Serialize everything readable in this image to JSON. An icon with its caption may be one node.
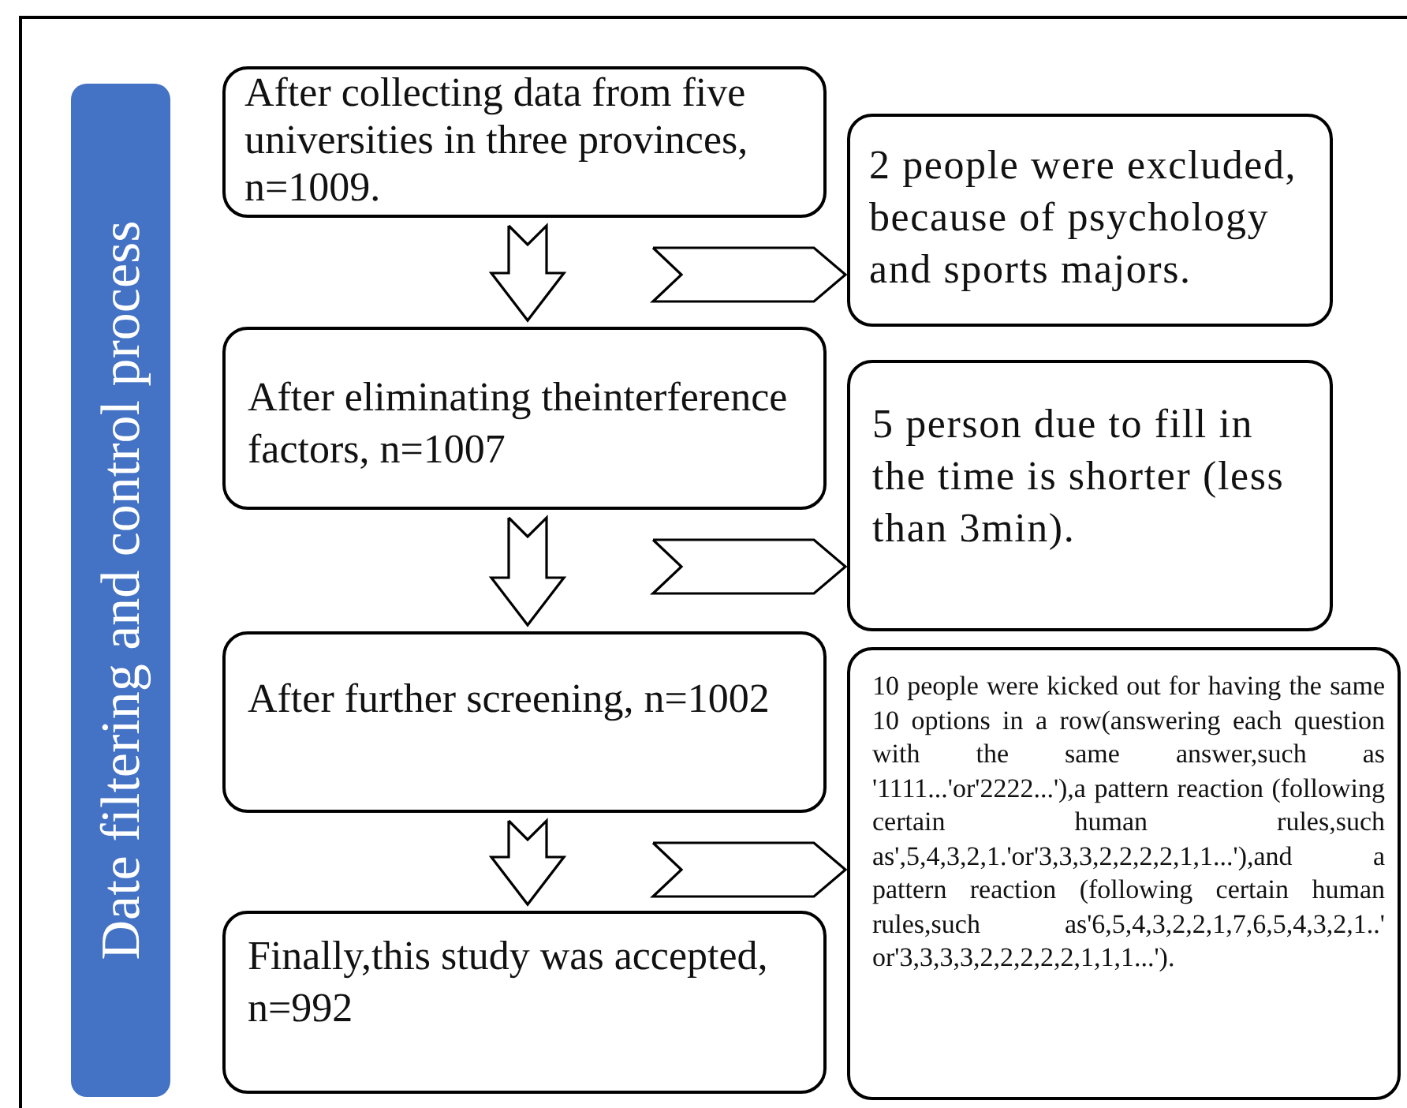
{
  "diagram": {
    "nodes": [
      {
        "text": [
          "Date filtering and control process"
        ]
      },
      {
        "text": [
          "After collecting data from five universities in three provinces, n=1009."
        ]
      },
      {
        "text": [
          "After eliminating theinterference factors, n=1007"
        ]
      },
      {
        "text": [
          "After further screening, n=1002"
        ]
      },
      {
        "text": [
          "Finally,this study was accepted, n=992"
        ]
      },
      {
        "text": [
          "2 people were excluded, because of psychology and sports majors."
        ]
      },
      {
        "text": [
          "5 person due to fill in the time is shorter (less than 3min)."
        ]
      },
      {
        "text": [
          "10 people were kicked out for having the same 10 options in a row(answering each question with the same answer,such as '1111...'or'2222...'),a pattern reaction (following certain human rules,such as',5,4,3,2,1.'or'3,3,3,2,2,2,2,1,1...'),and a pattern reaction (following certain human rules,such as'6,5,4,3,2,2,1,7,6,5,4,3,2,1..' or'3,3,3,3,2,2,2,2,2,1,1,1...')."
        ]
      }
    ],
    "edges": [
      {
        "from": 1,
        "to": 2,
        "arrow": "to"
      },
      {
        "from": 2,
        "to": 3,
        "arrow": "to"
      },
      {
        "from": 3,
        "to": 4,
        "arrow": "to"
      },
      {
        "from": 1,
        "to": 5,
        "arrow": "to"
      },
      {
        "from": 2,
        "to": 6,
        "arrow": "to"
      },
      {
        "from": 3,
        "to": 7,
        "arrow": "to"
      }
    ]
  }
}
